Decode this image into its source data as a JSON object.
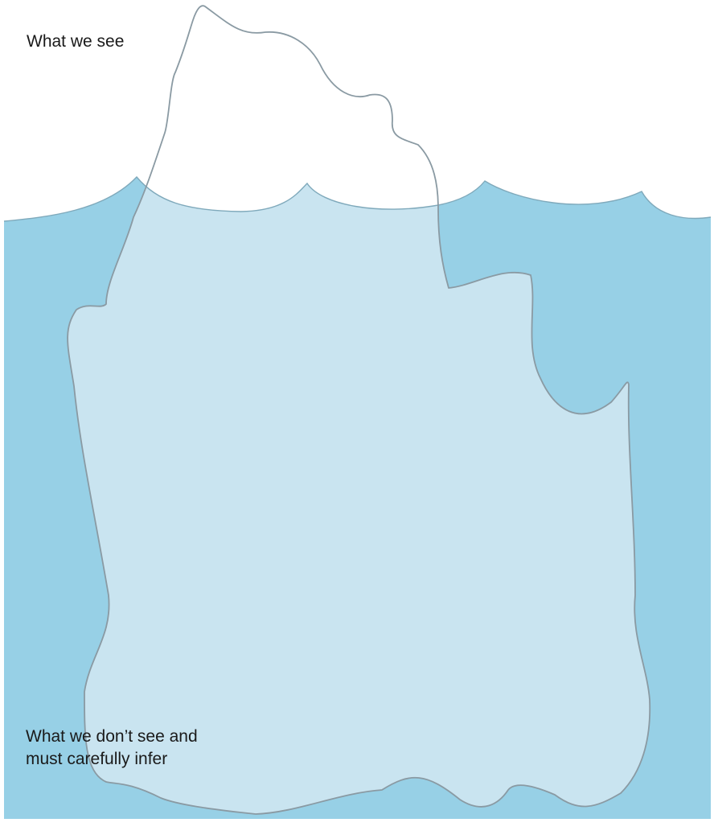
{
  "labels": {
    "above_water": "What we see",
    "below_water": [
      "What we don’t see and",
      "must carefully infer"
    ]
  },
  "colors": {
    "water": "#97d0e6",
    "submerged_ice": "#c9e4f0",
    "visible_ice": "#ffffff",
    "outline": "#8a9aa3",
    "text": "#1a1a1a"
  }
}
